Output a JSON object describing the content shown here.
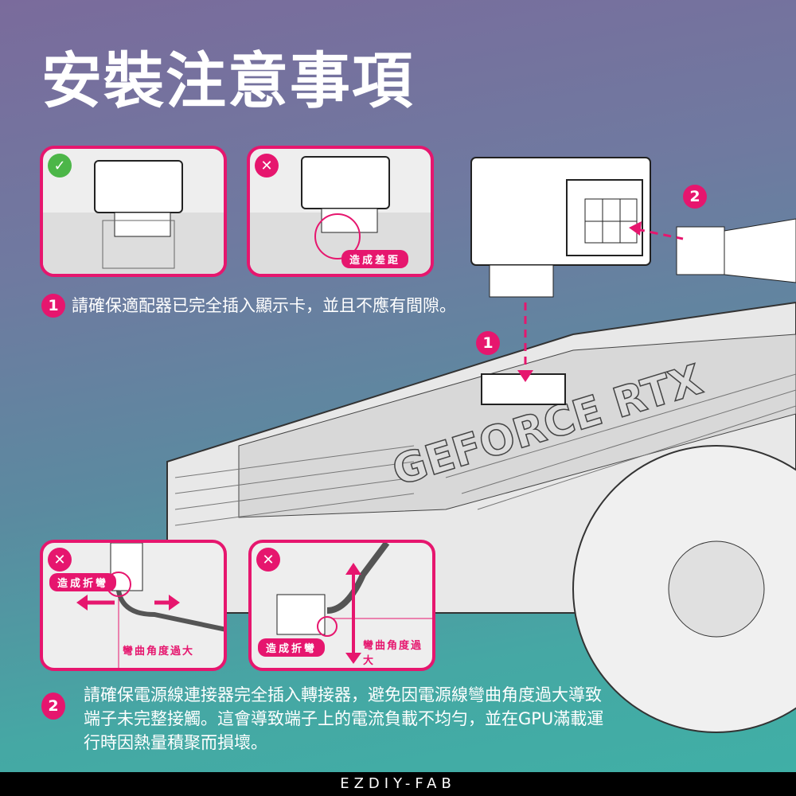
{
  "title": "安裝注意事項",
  "panels": {
    "top_left": {
      "status": "correct",
      "icon": "check-icon"
    },
    "top_right": {
      "status": "wrong",
      "icon": "x-icon",
      "tag": "造成差距"
    },
    "bottom_left": {
      "status": "wrong",
      "icon": "x-icon",
      "tag": "造成折彎",
      "label": "彎曲角度過大"
    },
    "bottom_right": {
      "status": "wrong",
      "icon": "x-icon",
      "tag": "造成折彎",
      "label": "彎曲角度過大"
    }
  },
  "step1": {
    "number": "1",
    "text": "請確保適配器已完全插入顯示卡，並且不應有間隙。"
  },
  "step2": {
    "number": "2",
    "lines": [
      "請確保電源線連接器完全插入轉接器，避免因電源線彎曲角度過大導致",
      "端子未完整接觸。這會導致端子上的電流負載不均勻，並在GPU滿載運",
      "行時因熱量積聚而損壞。"
    ]
  },
  "diagram": {
    "marker1": "1",
    "marker2": "2",
    "gpu_logo": "GEFORCE RTX"
  },
  "footer": "EZDIY-FAB",
  "colors": {
    "accent": "#e6166e",
    "ok": "#4cb648"
  }
}
